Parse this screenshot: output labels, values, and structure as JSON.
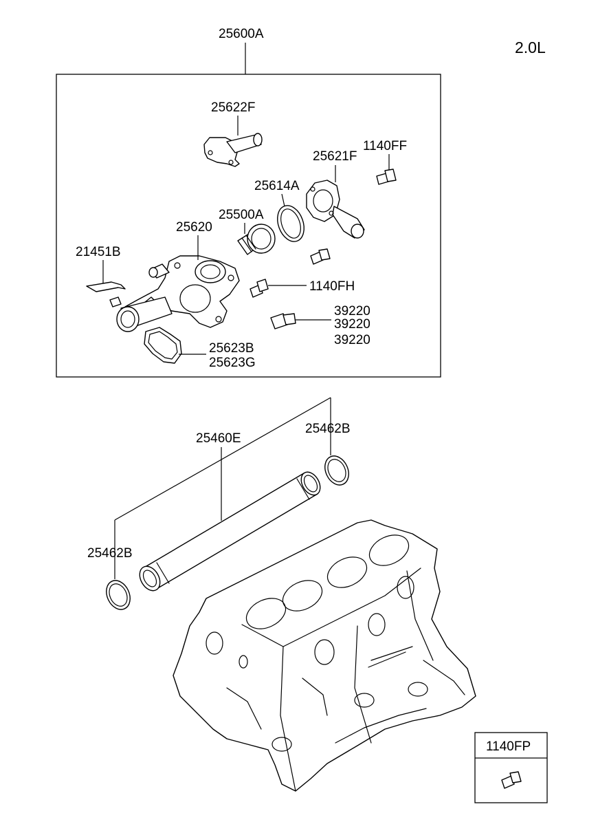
{
  "engine_label": "2.0L",
  "labels": {
    "assembly": "25600A",
    "water_outlet_fitting": "25622F",
    "thermostat_housing": "25621F",
    "bolt_top_right": "1140FF",
    "thermostat_gasket": "25614A",
    "thermostat": "25500A",
    "water_inlet_housing": "25620",
    "clip": "21451B",
    "bolt_mid": "1140FH",
    "sensor_1": "39220",
    "sensor_2": "39220",
    "sensor_3": "39220",
    "housing_gasket_1": "25623B",
    "housing_gasket_2": "25623G",
    "oring_right": "25462B",
    "water_pipe": "25460E",
    "oring_left": "25462B",
    "inset_bolt": "1140FP"
  }
}
